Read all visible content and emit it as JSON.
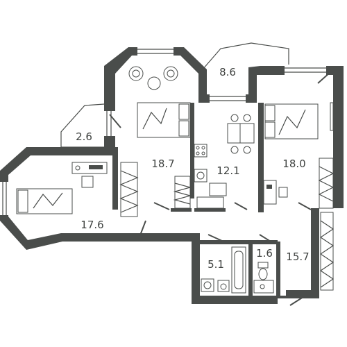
{
  "rooms": [
    {
      "id": "balcony-right",
      "area": "8.6"
    },
    {
      "id": "balcony-left",
      "area": "2.6"
    },
    {
      "id": "bedroom-center",
      "area": "18.7"
    },
    {
      "id": "kitchen",
      "area": "12.1"
    },
    {
      "id": "bedroom-right",
      "area": "18.0"
    },
    {
      "id": "living-left",
      "area": "17.6"
    },
    {
      "id": "bathroom",
      "area": "5.1"
    },
    {
      "id": "toilet",
      "area": "1.6"
    },
    {
      "id": "hallway",
      "area": "15.7"
    }
  ]
}
